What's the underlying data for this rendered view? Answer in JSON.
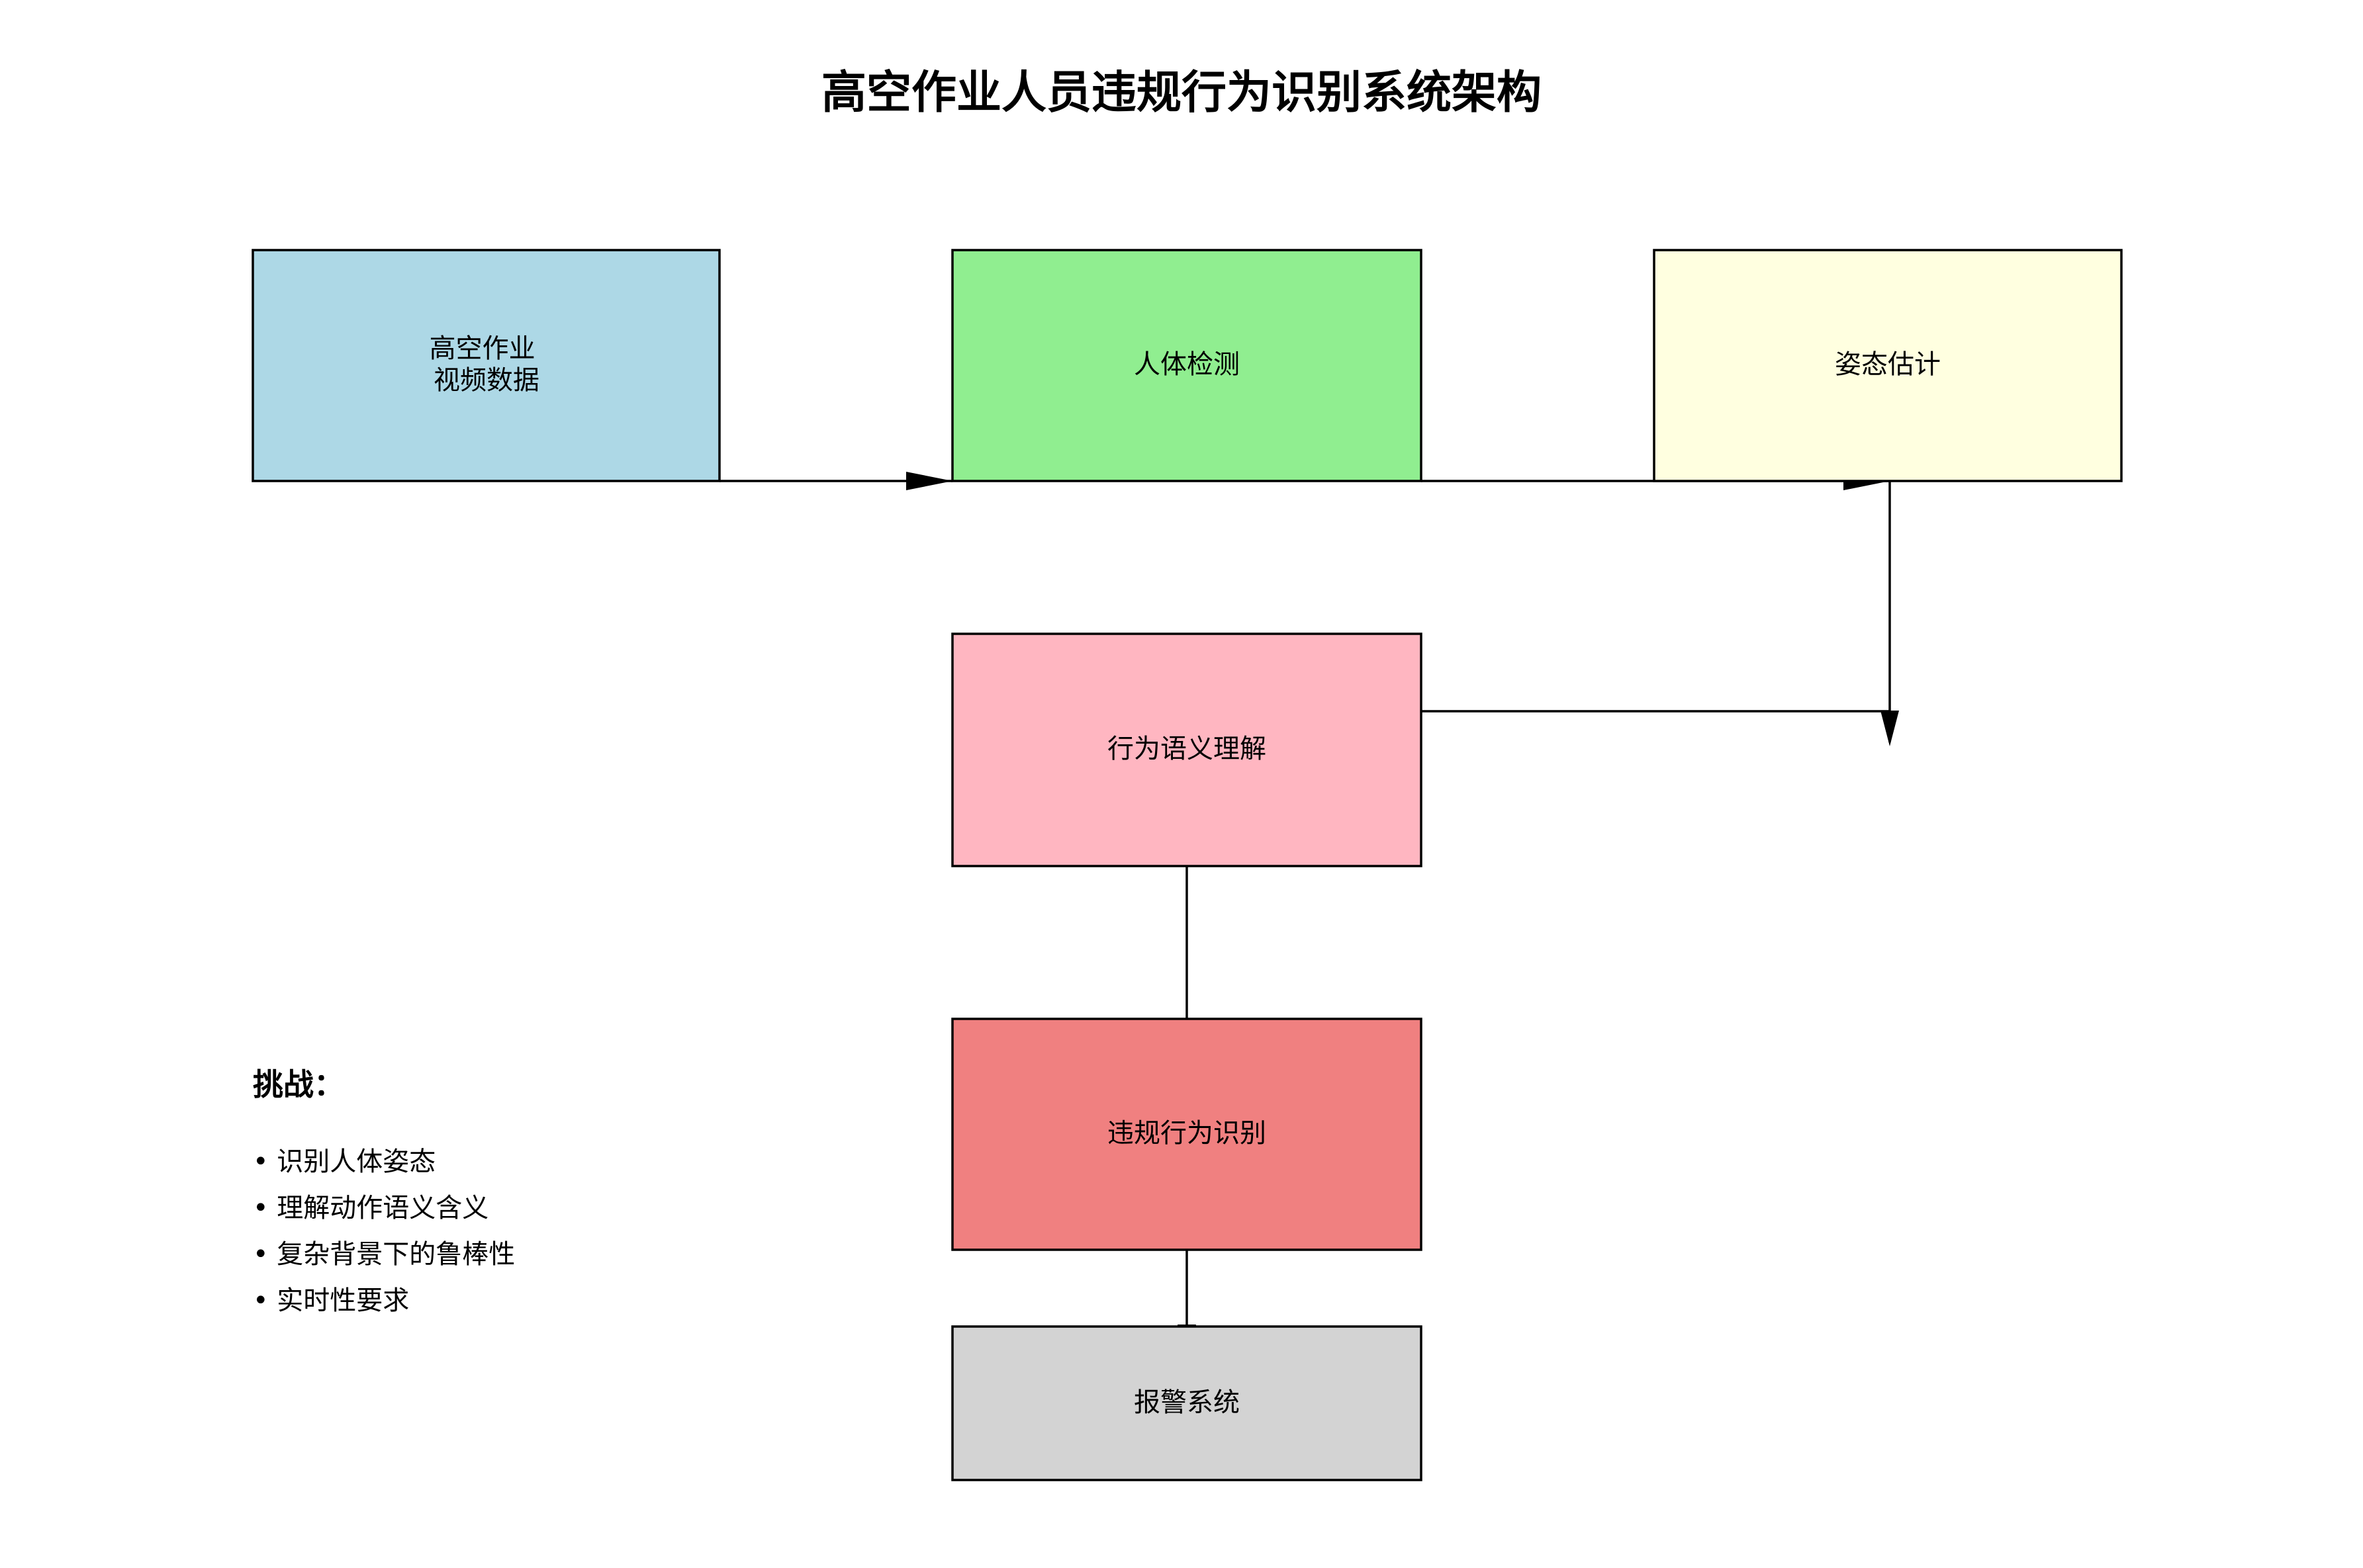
{
  "title": "高空作业人员违规行为识别系统架构",
  "colors": {
    "stroke": "#000000",
    "background": "#ffffff"
  },
  "nodes": {
    "video_data": {
      "lines": [
        "高空作业",
        "视频数据"
      ],
      "fill": "#add8e6"
    },
    "human_detection": {
      "lines": [
        "人体检测"
      ],
      "fill": "#90ee90"
    },
    "pose_estimation": {
      "lines": [
        "姿态估计"
      ],
      "fill": "#ffffe0"
    },
    "behavior_semantics": {
      "lines": [
        "行为语义理解"
      ],
      "fill": "#ffb6c1"
    },
    "violation_recognition": {
      "lines": [
        "违规行为识别"
      ],
      "fill": "#f08080"
    },
    "alarm_system": {
      "lines": [
        "报警系统"
      ],
      "fill": "#d3d3d3"
    }
  },
  "edges": [
    {
      "from": "video_data",
      "to": "human_detection"
    },
    {
      "from": "human_detection",
      "to": "pose_estimation"
    },
    {
      "from": "pose_estimation",
      "to": "behavior_semantics"
    },
    {
      "from": "behavior_semantics",
      "to": "violation_recognition"
    },
    {
      "from": "violation_recognition",
      "to": "alarm_system"
    }
  ],
  "challenges": {
    "title": "挑战：",
    "items": [
      "• 识别人体姿态",
      "• 理解动作语义含义",
      "• 复杂背景下的鲁棒性",
      "• 实时性要求"
    ]
  }
}
